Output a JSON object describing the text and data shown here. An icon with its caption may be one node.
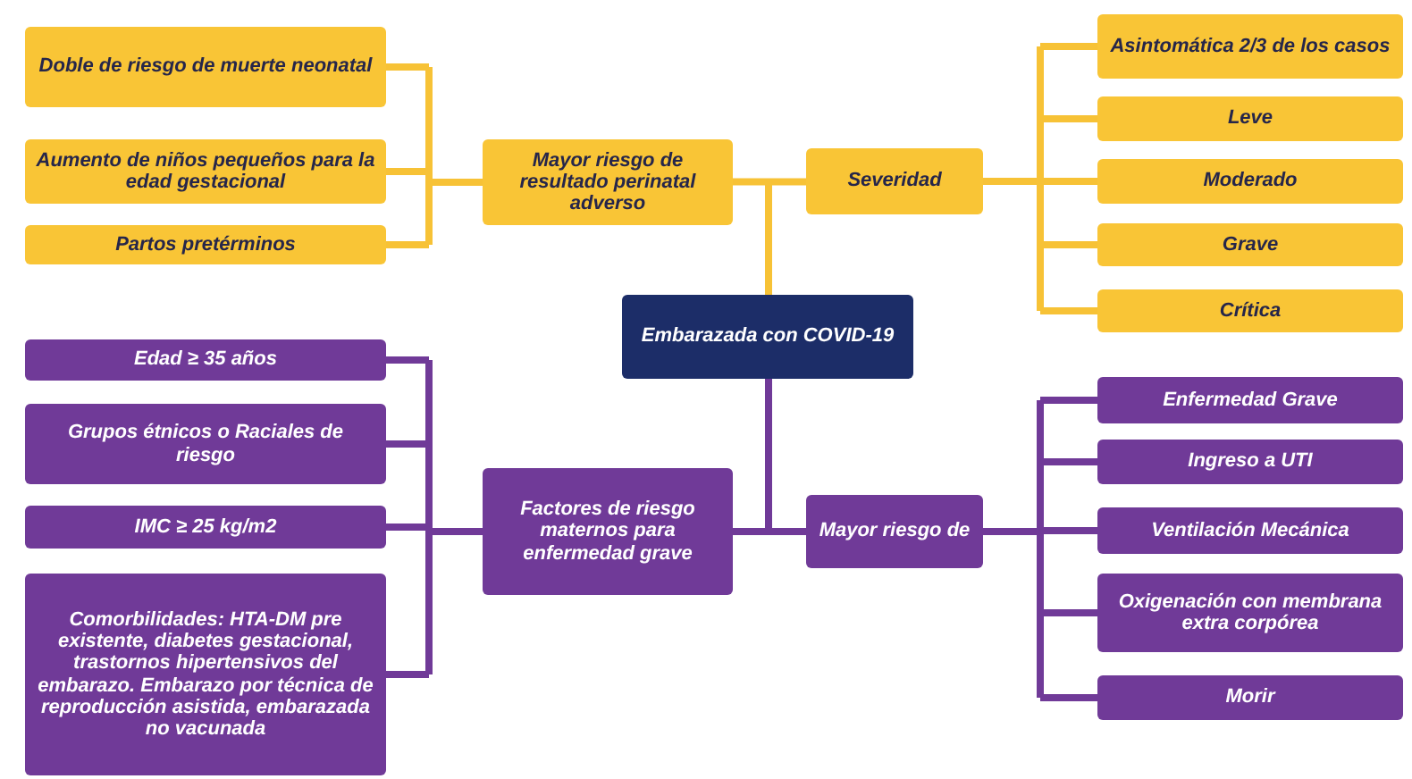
{
  "diagram": {
    "nodes": [
      {
        "text": [
          "Doble de riesgo de muerte neonatal"
        ]
      },
      {
        "text": [
          "Aumento de niños pequeños para la edad gestacional"
        ]
      },
      {
        "text": [
          "Partos pretérminos"
        ]
      },
      {
        "text": [
          "Mayor riesgo de resultado perinatal adverso"
        ]
      },
      {
        "text": [
          "Severidad"
        ]
      },
      {
        "text": [
          "Asintomática 2/3 de los casos"
        ]
      },
      {
        "text": [
          "Leve"
        ]
      },
      {
        "text": [
          "Moderado"
        ]
      },
      {
        "text": [
          "Grave"
        ]
      },
      {
        "text": [
          "Crítica"
        ]
      },
      {
        "text": [
          "Embarazada con COVID-19"
        ]
      },
      {
        "text": [
          "Edad ≥ 35 años"
        ]
      },
      {
        "text": [
          "Grupos étnicos o Raciales de riesgo"
        ]
      },
      {
        "text": [
          "IMC ≥ 25 kg/m2"
        ]
      },
      {
        "text": [
          "Comorbilidades: HTA-DM pre existente, diabetes gestacional, trastornos hipertensivos del embarazo. Embarazo por técnica de reproducción asistida, embarazada no vacunada"
        ]
      },
      {
        "text": [
          "Factores de riesgo maternos para enfermedad grave"
        ]
      },
      {
        "text": [
          "Mayor riesgo de"
        ]
      },
      {
        "text": [
          "Enfermedad Grave"
        ]
      },
      {
        "text": [
          "Ingreso a UTI"
        ]
      },
      {
        "text": [
          "Ventilación Mecánica"
        ]
      },
      {
        "text": [
          "Oxigenación con membrana extra corpórea"
        ]
      },
      {
        "text": [
          "Morir"
        ]
      }
    ],
    "edges": [
      {
        "from": 10,
        "to": 3,
        "arrow": "none",
        "color": "#f7c236"
      },
      {
        "from": 10,
        "to": 4,
        "arrow": "none",
        "color": "#f7c236"
      },
      {
        "from": 3,
        "to": 0,
        "arrow": "none",
        "color": "#f7c236"
      },
      {
        "from": 3,
        "to": 1,
        "arrow": "none",
        "color": "#f7c236"
      },
      {
        "from": 3,
        "to": 2,
        "arrow": "none",
        "color": "#f7c236"
      },
      {
        "from": 4,
        "to": 5,
        "arrow": "none",
        "color": "#f7c236"
      },
      {
        "from": 4,
        "to": 6,
        "arrow": "none",
        "color": "#f7c236"
      },
      {
        "from": 4,
        "to": 7,
        "arrow": "none",
        "color": "#f7c236"
      },
      {
        "from": 4,
        "to": 8,
        "arrow": "none",
        "color": "#f7c236"
      },
      {
        "from": 4,
        "to": 9,
        "arrow": "none",
        "color": "#f7c236"
      },
      {
        "from": 10,
        "to": 15,
        "arrow": "none"
      },
      {
        "from": 10,
        "to": 16,
        "arrow": "none"
      },
      {
        "from": 15,
        "to": 11,
        "arrow": "none"
      },
      {
        "from": 15,
        "to": 12,
        "arrow": "none"
      },
      {
        "from": 15,
        "to": 13,
        "arrow": "none"
      },
      {
        "from": 15,
        "to": 14,
        "arrow": "none"
      },
      {
        "from": 16,
        "to": 17,
        "arrow": "none"
      },
      {
        "from": 16,
        "to": 18,
        "arrow": "none"
      },
      {
        "from": 16,
        "to": 19,
        "arrow": "none"
      },
      {
        "from": 16,
        "to": 20,
        "arrow": "none"
      },
      {
        "from": 16,
        "to": 21,
        "arrow": "none"
      }
    ]
  }
}
